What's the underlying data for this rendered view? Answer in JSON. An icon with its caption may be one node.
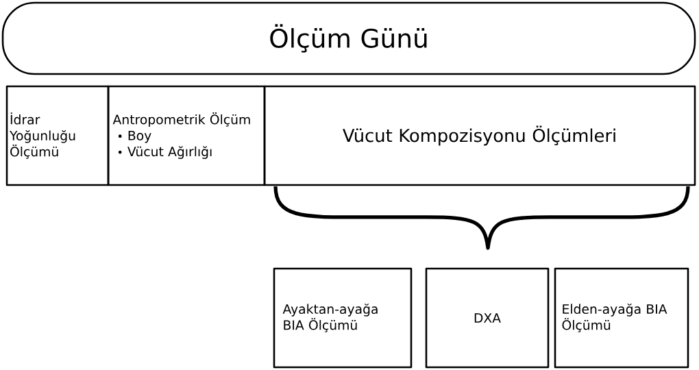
{
  "diagram": {
    "nodes": [
      {
        "text": [
          "Ölçüm Günü"
        ]
      },
      {
        "text": [
          "İdrar Yoğunluğu Ölçümü"
        ]
      },
      {
        "text": [
          "Antropometrik Ölçüm",
          "Boy",
          "Vücut Ağırlığı"
        ]
      },
      {
        "text": [
          "Vücut Kompozisyonu Ölçümleri"
        ]
      },
      {
        "text": [
          "Ayaktan-ayağa BIA Ölçümü"
        ]
      },
      {
        "text": [
          "DXA"
        ]
      },
      {
        "text": [
          "Elden-ayağa BIA Ölçümü"
        ]
      }
    ]
  }
}
